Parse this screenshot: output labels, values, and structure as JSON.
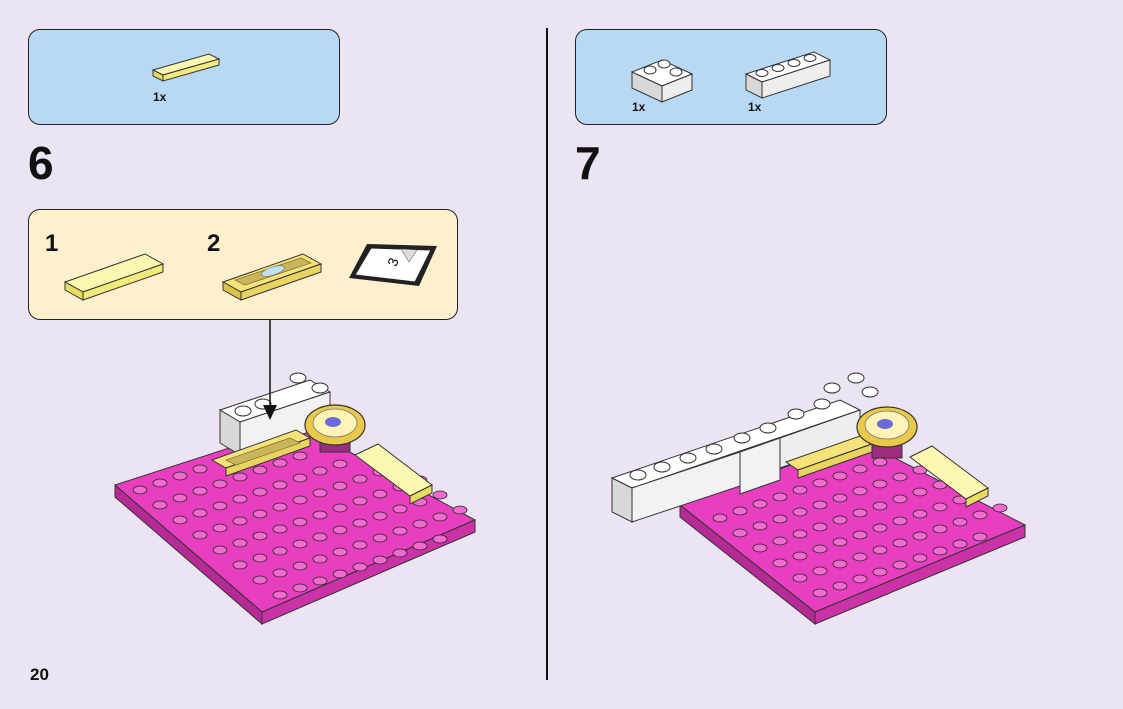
{
  "page_number": "20",
  "colors": {
    "background": "#ece3f3",
    "parts_box": "#b9d8f3",
    "sub_box": "#fdf0cf",
    "plate_magenta": "#e83fc0",
    "tile_yellow": "#f7f08a",
    "brick_white": "#ffffff"
  },
  "step6": {
    "number": "6",
    "parts": [
      {
        "qty": "1x",
        "icon": "yellow-tile-1x4-icon"
      }
    ],
    "substeps": [
      {
        "number": "1",
        "icon": "yellow-tile-icon"
      },
      {
        "number": "2",
        "icon": "printed-tile-icon"
      }
    ],
    "sticker_number": "3"
  },
  "step7": {
    "number": "7",
    "parts": [
      {
        "qty": "1x",
        "icon": "white-corner-brick-icon"
      },
      {
        "qty": "1x",
        "icon": "white-brick-1x4-icon"
      }
    ]
  }
}
